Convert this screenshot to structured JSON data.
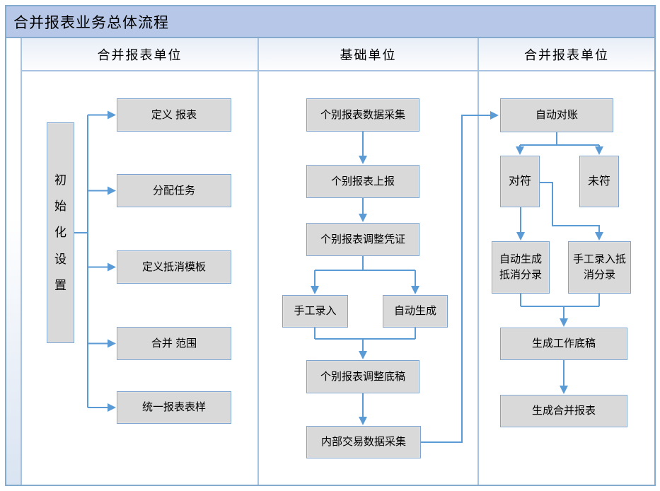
{
  "title": "合并报表业务总体流程",
  "lanes": [
    {
      "label": "合并报表单位"
    },
    {
      "label": "基础单位"
    },
    {
      "label": "合并报表单位"
    }
  ],
  "nodes": {
    "init_setup": {
      "label": "初始化设置"
    },
    "define_report": {
      "label": "定义 报表"
    },
    "assign_task": {
      "label": "分配任务"
    },
    "define_elimination_template": {
      "label": "定义抵消模板"
    },
    "consolidation_scope": {
      "label": "合并 范围"
    },
    "unified_report_format": {
      "label": "统一报表表样"
    },
    "individual_report_data_collection": {
      "label": "个别报表数据采集"
    },
    "individual_report_submission": {
      "label": "个别报表上报"
    },
    "individual_report_adjustment_voucher": {
      "label": "个别报表调整凭证"
    },
    "manual_entry": {
      "label": "手工录入"
    },
    "auto_generation": {
      "label": "自动生成"
    },
    "individual_report_adjustment_draft": {
      "label": "个别报表调整底稿"
    },
    "internal_transaction_data_collection": {
      "label": "内部交易数据采集"
    },
    "auto_reconciliation": {
      "label": "自动对账"
    },
    "matched": {
      "label": "对符"
    },
    "unmatched": {
      "label": "未符"
    },
    "auto_generate_elimination_entries": {
      "label": "自动生成抵消分录"
    },
    "manual_entry_elimination_entries": {
      "label": "手工录入抵消分录"
    },
    "generate_working_paper": {
      "label": "生成工作底稿"
    },
    "generate_consolidated_report": {
      "label": "生成合并报表"
    }
  },
  "colors": {
    "title_bar_bg": "#b6c7e7",
    "frame_border": "#84aacd",
    "lane_line": "#a6c3e2",
    "box_fill": "#d9d9d9",
    "box_border": "#7da4d0",
    "connector": "#5b9bd5",
    "text_color": "#000000"
  }
}
